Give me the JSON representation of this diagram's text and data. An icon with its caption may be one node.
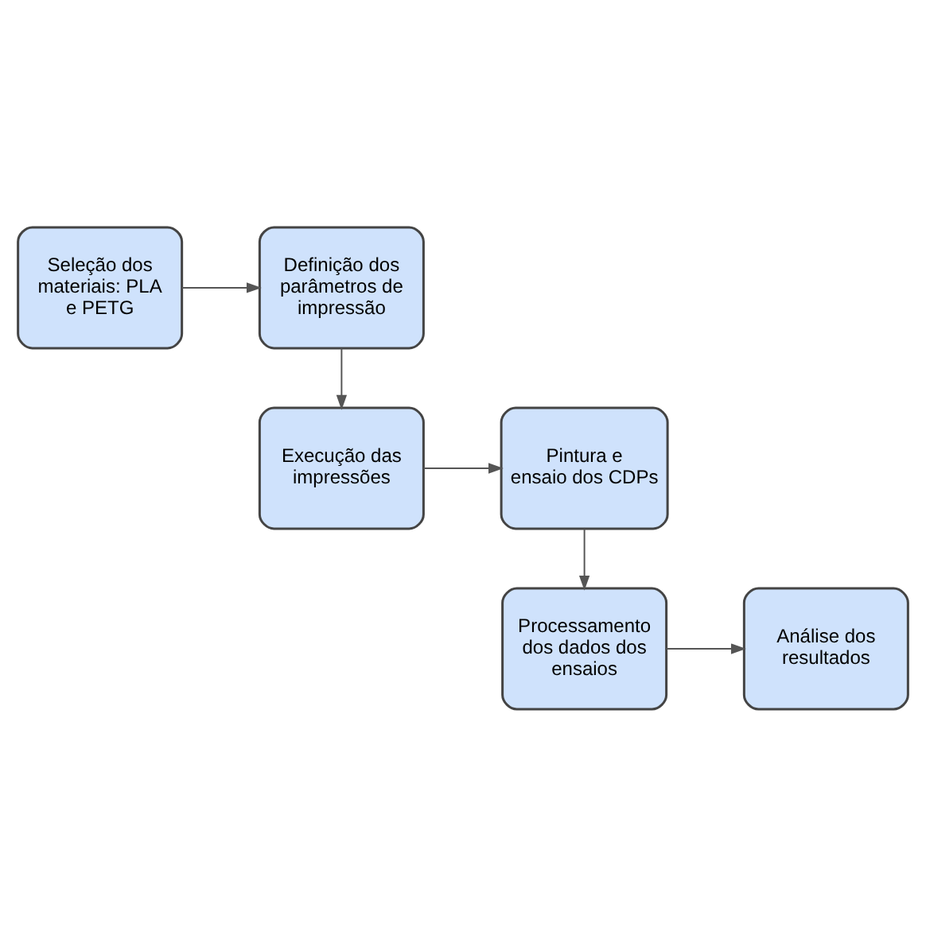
{
  "diagram": {
    "nodes": [
      {
        "text": [
          "Seleção dos materiais: PLA e PETG"
        ]
      },
      {
        "text": [
          "Definição dos parâmetros de impressão"
        ]
      },
      {
        "text": [
          "Execução das impressões"
        ]
      },
      {
        "text": [
          "Pintura e ensaio dos CDPs"
        ]
      },
      {
        "text": [
          "Processamento dos dados dos ensaios"
        ]
      },
      {
        "text": [
          "Análise dos resultados"
        ]
      }
    ],
    "edges": [
      {
        "from": 0,
        "to": 1,
        "arrow": "to"
      },
      {
        "from": 1,
        "to": 2,
        "arrow": "to"
      },
      {
        "from": 2,
        "to": 3,
        "arrow": "to"
      },
      {
        "from": 3,
        "to": 4,
        "arrow": "to"
      },
      {
        "from": 4,
        "to": 5,
        "arrow": "to"
      }
    ]
  }
}
